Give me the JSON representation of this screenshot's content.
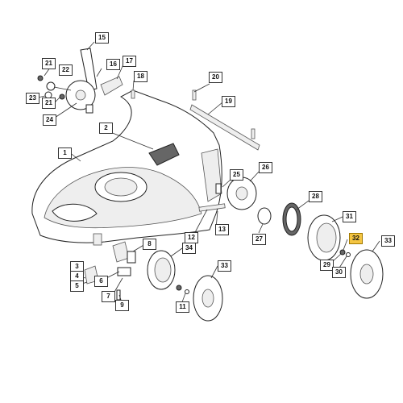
{
  "diagram": {
    "accent_color": "#f4c542",
    "highlighted": "32",
    "callouts": [
      {
        "label": "1"
      },
      {
        "label": "2"
      },
      {
        "label": "3"
      },
      {
        "label": "4"
      },
      {
        "label": "5"
      },
      {
        "label": "6"
      },
      {
        "label": "7"
      },
      {
        "label": "8"
      },
      {
        "label": "9"
      },
      {
        "label": "11"
      },
      {
        "label": "12"
      },
      {
        "label": "13"
      },
      {
        "label": "15"
      },
      {
        "label": "16"
      },
      {
        "label": "17"
      },
      {
        "label": "18"
      },
      {
        "label": "19"
      },
      {
        "label": "20"
      },
      {
        "label": "21"
      },
      {
        "label": "22"
      },
      {
        "label": "23"
      },
      {
        "label": "21"
      },
      {
        "label": "24"
      },
      {
        "label": "25"
      },
      {
        "label": "26"
      },
      {
        "label": "27"
      },
      {
        "label": "28"
      },
      {
        "label": "29"
      },
      {
        "label": "30"
      },
      {
        "label": "31"
      },
      {
        "label": "32"
      },
      {
        "label": "33"
      },
      {
        "label": "33"
      },
      {
        "label": "34"
      }
    ]
  }
}
